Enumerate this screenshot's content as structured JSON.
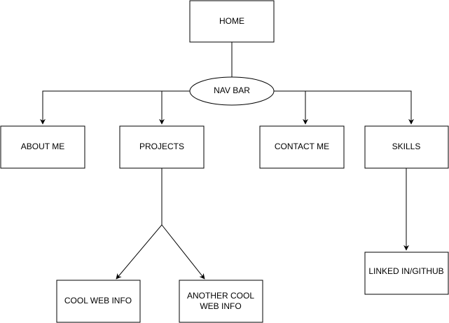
{
  "diagram": {
    "nodes": {
      "home": "HOME",
      "nav_bar": "NAV BAR",
      "about_me": "ABOUT ME",
      "projects": "PROJECTS",
      "contact_me": "CONTACT ME",
      "skills": "SKILLS",
      "cool_web_info": "COOL WEB INFO",
      "another_cool_web_info": [
        "ANOTHER COOL",
        "WEB INFO"
      ],
      "linked_in_github": "LINKED IN/GITHUB"
    },
    "edges": [
      {
        "from": "home",
        "to": "nav_bar",
        "arrow": false
      },
      {
        "from": "nav_bar",
        "to": "about_me",
        "arrow": true
      },
      {
        "from": "nav_bar",
        "to": "projects",
        "arrow": true
      },
      {
        "from": "nav_bar",
        "to": "contact_me",
        "arrow": true
      },
      {
        "from": "nav_bar",
        "to": "skills",
        "arrow": true
      },
      {
        "from": "projects",
        "to": "cool_web_info",
        "arrow": true
      },
      {
        "from": "projects",
        "to": "another_cool_web_info",
        "arrow": true
      },
      {
        "from": "skills",
        "to": "linked_in_github",
        "arrow": true
      }
    ]
  }
}
